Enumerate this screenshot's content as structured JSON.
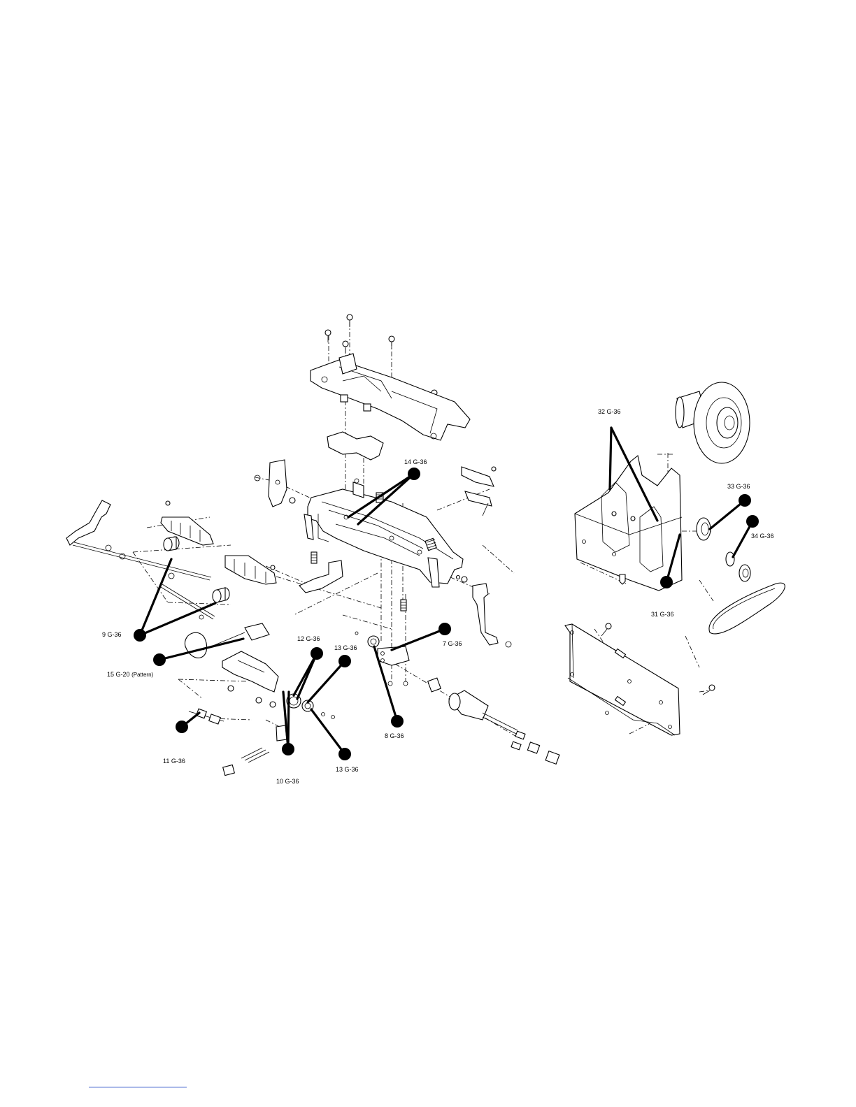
{
  "callouts": [
    {
      "num": "14",
      "ref": "G-36"
    },
    {
      "num": "32",
      "ref": "G-36"
    },
    {
      "num": "33",
      "ref": "G-36"
    },
    {
      "num": "34",
      "ref": "G-36"
    },
    {
      "num": "31",
      "ref": "G-36"
    },
    {
      "num": "9",
      "ref": "G-36"
    },
    {
      "num": "12",
      "ref": "G-36"
    },
    {
      "num": "13",
      "ref": "G-36"
    },
    {
      "num": "7",
      "ref": "G-36"
    },
    {
      "num": "15",
      "ref": "G-20",
      "note": "(Pattern)"
    },
    {
      "num": "8",
      "ref": "G-36"
    },
    {
      "num": "11",
      "ref": "G-36"
    },
    {
      "num": "13",
      "ref": "G-36"
    },
    {
      "num": "10",
      "ref": "G-36"
    }
  ],
  "colors": {
    "line": "#000000",
    "background": "#ffffff",
    "footer_rule": "#2b4fc7"
  }
}
